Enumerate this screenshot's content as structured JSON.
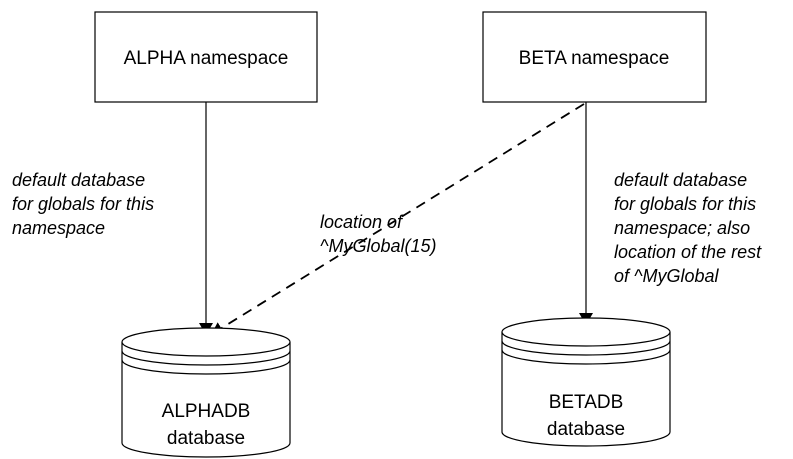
{
  "nodes": {
    "alpha_namespace": {
      "label": "ALPHA namespace"
    },
    "beta_namespace": {
      "label": "BETA namespace"
    },
    "alphadb": {
      "lines": [
        "ALPHADB",
        "database"
      ]
    },
    "betadb": {
      "lines": [
        "BETADB",
        "database"
      ]
    }
  },
  "edges": {
    "alpha_default": {
      "style": "solid",
      "lines": [
        "default database",
        "for globals for this",
        "namespace"
      ]
    },
    "beta_to_alphadb": {
      "style": "dashed",
      "lines": [
        "location of",
        "^MyGlobal(15)"
      ]
    },
    "beta_default": {
      "style": "solid",
      "lines": [
        "default database",
        "for globals for this",
        "namespace; also",
        "location of the rest",
        "of ^MyGlobal"
      ]
    }
  },
  "colors": {
    "stroke": "#000000",
    "background": "#ffffff",
    "db_fill": "#ffffff"
  }
}
